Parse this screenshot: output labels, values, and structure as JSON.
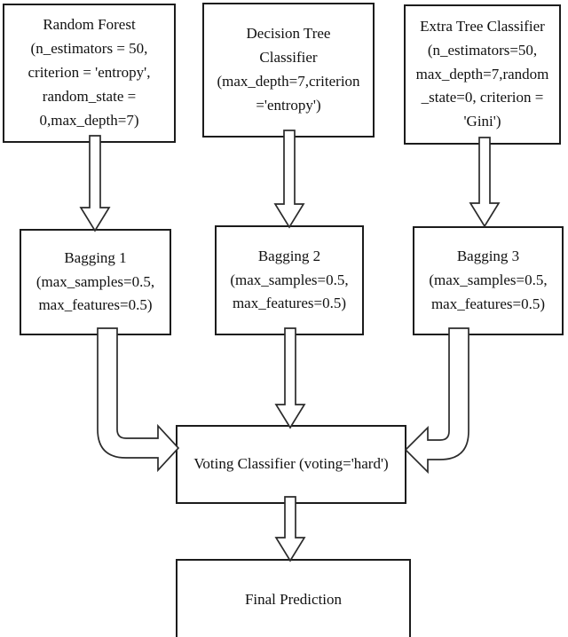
{
  "diagram": {
    "title": "Ensemble voting classifier pipeline",
    "colors": {
      "background": "#ffffff",
      "box_fill": "#ffffff",
      "box_border": "#1c1c1c",
      "text": "#111111",
      "arrow_fill": "#ffffff",
      "arrow_stroke": "#2b2b2b"
    },
    "nodes": {
      "random_forest": {
        "text": "Random Forest\n(n_estimators = 50,\ncriterion = 'entropy',\nrandom_state =\n0,max_depth=7)"
      },
      "decision_tree": {
        "text": "Decision Tree\nClassifier\n(max_depth=7,criterion\n='entropy')"
      },
      "extra_tree": {
        "text": "Extra Tree Classifier\n(n_estimators=50,\nmax_depth=7,random\n_state=0, criterion =\n'Gini')"
      },
      "bagging1": {
        "text": "Bagging 1\n(max_samples=0.5,\nmax_features=0.5)"
      },
      "bagging2": {
        "text": "Bagging 2\n(max_samples=0.5,\nmax_features=0.5)"
      },
      "bagging3": {
        "text": "Bagging 3\n(max_samples=0.5,\nmax_features=0.5)"
      },
      "voting": {
        "text": "Voting Classifier (voting='hard')"
      },
      "final": {
        "text": "Final Prediction"
      }
    },
    "edges": [
      {
        "from": "random_forest",
        "to": "bagging1",
        "shape": "straight-down"
      },
      {
        "from": "decision_tree",
        "to": "bagging2",
        "shape": "straight-down"
      },
      {
        "from": "extra_tree",
        "to": "bagging3",
        "shape": "straight-down"
      },
      {
        "from": "bagging1",
        "to": "voting",
        "shape": "down-then-right"
      },
      {
        "from": "bagging2",
        "to": "voting",
        "shape": "straight-down"
      },
      {
        "from": "bagging3",
        "to": "voting",
        "shape": "down-then-left"
      },
      {
        "from": "voting",
        "to": "final",
        "shape": "straight-down"
      }
    ]
  }
}
